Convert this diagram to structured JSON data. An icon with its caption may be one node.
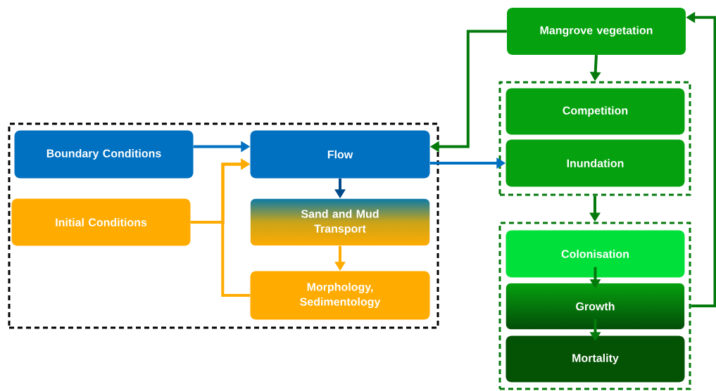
{
  "diagram": {
    "nodes": [
      {
        "text": [],
        "shape": "box"
      },
      {
        "text": [
          "Boundary Conditions"
        ],
        "in": 0
      },
      {
        "text": [
          "Initial Conditions"
        ],
        "in": 0
      },
      {
        "text": [
          "Flow"
        ],
        "in": 0
      },
      {
        "text": [
          "Sand and Mud Transport"
        ],
        "in": 0
      },
      {
        "text": [
          "Morphology, Sedimentology"
        ],
        "in": 0
      },
      {
        "text": [
          "Mangrove vegetation"
        ]
      },
      {
        "text": [],
        "shape": "box"
      },
      {
        "text": [
          "Competition"
        ],
        "in": 7
      },
      {
        "text": [
          "Inundation"
        ],
        "in": 7
      },
      {
        "text": [],
        "shape": "box"
      },
      {
        "text": [
          "Colonisation"
        ],
        "in": 10
      },
      {
        "text": [
          "Growth"
        ],
        "in": 10
      },
      {
        "text": [
          "Mortality"
        ],
        "in": 10
      }
    ],
    "edges": [
      {
        "from": 1,
        "to": 3,
        "arrow": "to",
        "color": "#0070c0"
      },
      {
        "from": 2,
        "to": 3,
        "arrow": "to",
        "color": "#ffab00"
      },
      {
        "from": 5,
        "to": 3,
        "arrow": "to",
        "color": "#ffab00"
      },
      {
        "from": 3,
        "to": 4,
        "arrow": "to",
        "color": "#004a8a"
      },
      {
        "from": 4,
        "to": 5,
        "arrow": "to",
        "color": "#ffab00"
      },
      {
        "from": 3,
        "to": 9,
        "arrow": "to",
        "color": "#0070c0"
      },
      {
        "from": 6,
        "to": 3,
        "arrow": "to"
      },
      {
        "from": 6,
        "to": 7,
        "arrow": "to"
      },
      {
        "from": 7,
        "to": 10,
        "arrow": "to"
      },
      {
        "from": 11,
        "to": 12,
        "arrow": "to"
      },
      {
        "from": 12,
        "to": 13,
        "arrow": "to"
      },
      {
        "from": 10,
        "to": 6,
        "arrow": "to"
      }
    ]
  }
}
